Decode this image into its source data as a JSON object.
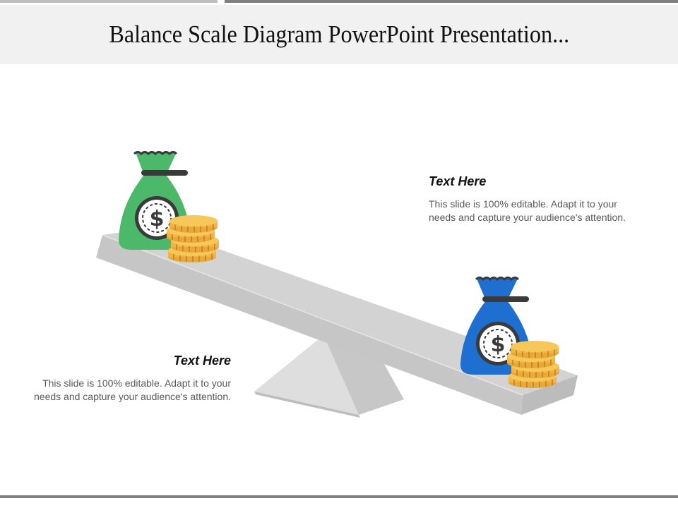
{
  "header": {
    "title": "Balance Scale Diagram PowerPoint Presentation..."
  },
  "diagram": {
    "type": "seesaw balance scale",
    "left_item": {
      "icon": "money-bag-icon",
      "bag_color": "#4cb86a",
      "symbol": "$",
      "coins": 4,
      "position": "raised end"
    },
    "right_item": {
      "icon": "money-bag-icon",
      "bag_color": "#1e6fd0",
      "symbol": "$",
      "coins": 4,
      "position": "lowered end"
    },
    "colors": {
      "beam_top": "#d4d4d4",
      "beam_front": "#c4c4c4",
      "fulcrum_left": "#dcdcdc",
      "fulcrum_right": "#c6c6c6",
      "coin": "#f5c04a",
      "coin_stripe": "#d48a1e",
      "tie": "#3a3a3a"
    }
  },
  "text_blocks": [
    {
      "heading": "Text Here",
      "body": "This slide is 100% editable. Adapt it to your needs and capture your audience's attention."
    },
    {
      "heading": "Text Here",
      "body": "This slide is 100% editable. Adapt it to your needs and capture your audience's attention."
    }
  ]
}
